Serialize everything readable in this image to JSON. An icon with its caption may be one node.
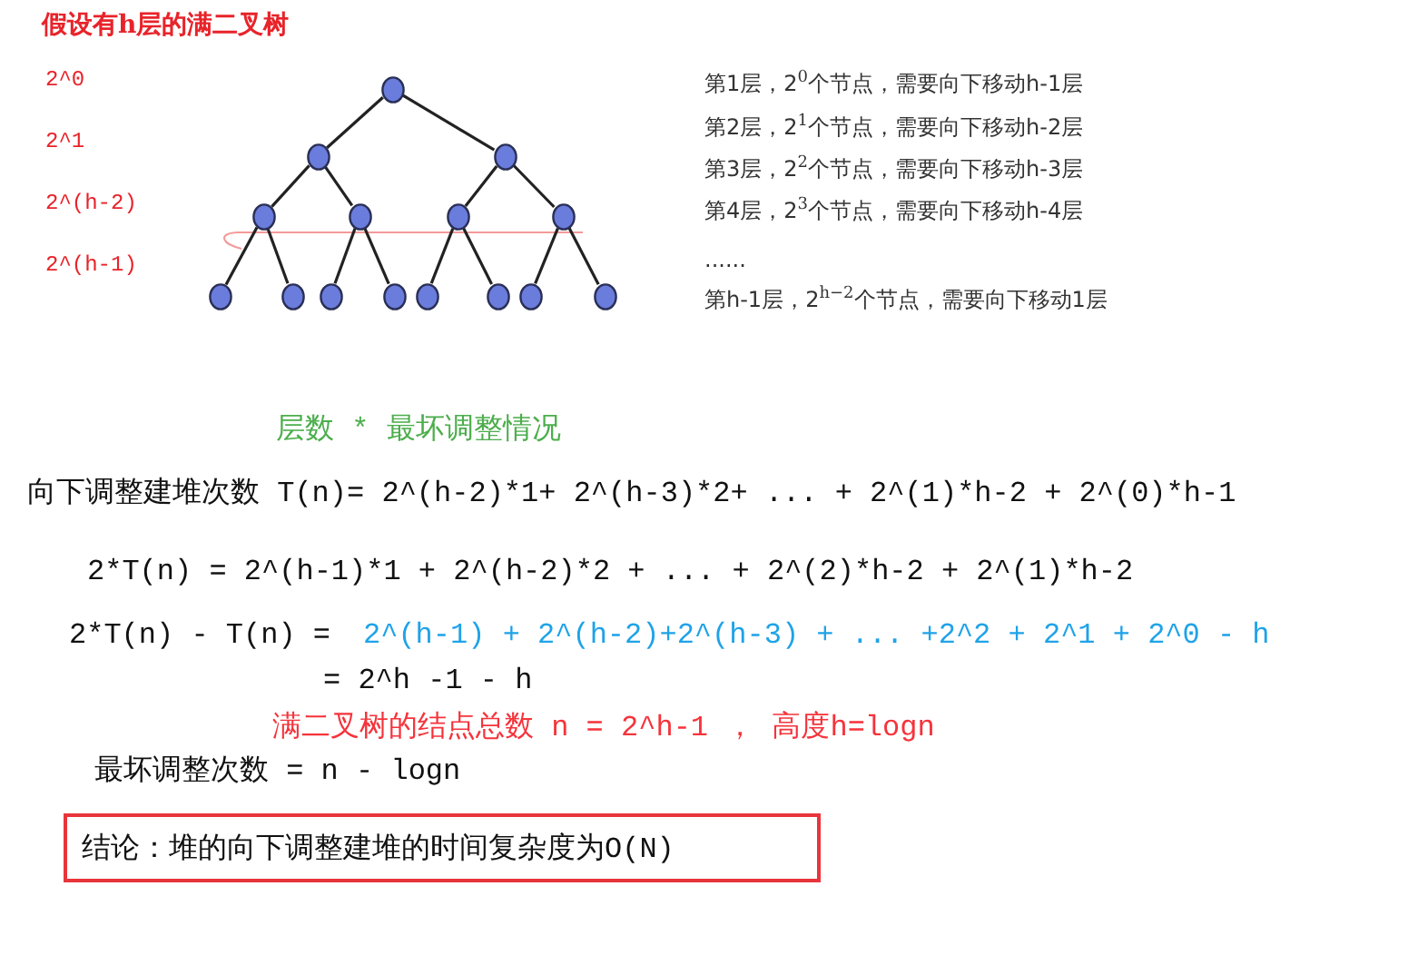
{
  "diagram": {
    "title": "假设有h层的满二叉树",
    "nodes": [
      {
        "text": [],
        "shape": "circle"
      },
      {
        "text": [],
        "shape": "circle"
      },
      {
        "text": [],
        "shape": "circle"
      },
      {
        "text": [],
        "shape": "circle"
      },
      {
        "text": [],
        "shape": "circle"
      },
      {
        "text": [],
        "shape": "circle"
      },
      {
        "text": [],
        "shape": "circle"
      },
      {
        "text": [],
        "shape": "circle"
      },
      {
        "text": [],
        "shape": "circle"
      },
      {
        "text": [],
        "shape": "circle"
      },
      {
        "text": [],
        "shape": "circle"
      },
      {
        "text": [],
        "shape": "circle"
      },
      {
        "text": [],
        "shape": "circle"
      },
      {
        "text": [],
        "shape": "circle"
      },
      {
        "text": [],
        "shape": "circle"
      },
      {
        "text": [
          "结论：堆的向下调整建堆的时间复杂度为O(N)"
        ]
      }
    ],
    "edges": [
      {
        "from": 0,
        "to": 1,
        "arrow": "none"
      },
      {
        "from": 0,
        "to": 2,
        "arrow": "none"
      },
      {
        "from": 1,
        "to": 3,
        "arrow": "none"
      },
      {
        "from": 1,
        "to": 4,
        "arrow": "none"
      },
      {
        "from": 2,
        "to": 5,
        "arrow": "none"
      },
      {
        "from": 2,
        "to": 6,
        "arrow": "none"
      },
      {
        "from": 3,
        "to": 7,
        "arrow": "none"
      },
      {
        "from": 3,
        "to": 8,
        "arrow": "none"
      },
      {
        "from": 4,
        "to": 9,
        "arrow": "none"
      },
      {
        "from": 4,
        "to": 10,
        "arrow": "none"
      },
      {
        "from": 5,
        "to": 11,
        "arrow": "none"
      },
      {
        "from": 5,
        "to": 12,
        "arrow": "none"
      },
      {
        "from": 6,
        "to": 13,
        "arrow": "none"
      },
      {
        "from": 6,
        "to": 14,
        "arrow": "none"
      }
    ],
    "labels": [
      "2^0",
      "2^1",
      "2^(h-2)",
      "2^(h-1)",
      "第1层，2$^{0}$个节点，需要向下移动h-1层",
      "第2层，2$^{1}$个节点，需要向下移动h-2层",
      "第3层，2$^{2}$个节点，需要向下移动h-3层",
      "第4层，2$^{3}$个节点，需要向下移动h-4层",
      "......",
      "第h-1层，2$^{h−2}$个节点，需要向下移动1层",
      "层数 * 最坏调整情况",
      "向下调整建堆次数 T(n)= 2^(h-2)*1+ 2^(h-3)*2+ ... + 2^(1)*h-2 + 2^(0)*h-1",
      "2*T(n) = 2^(h-1)*1 + 2^(h-2)*2 + ... + 2^(2)*h-2 + 2^(1)*h-2",
      "2*T(n) - T(n) =",
      "2^(h-1) + 2^(h-2)+2^(h-3) + ... +2^2 + 2^1 + 2^0 - h",
      "= 2^h -1 - h",
      "满二叉树的结点总数 n = 2^h-1 ， 高度h=logn",
      "最坏调整次数 = n - logn"
    ]
  }
}
